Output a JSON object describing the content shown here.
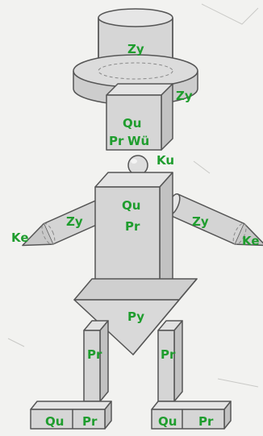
{
  "colors": {
    "label": "#1f9d2e",
    "fill": "#d8d8d8",
    "fill_dark": "#c4c4c4",
    "fill_light": "#e8e8e8",
    "edge": "#555555",
    "background": "#f2f2f0"
  },
  "labels": {
    "hat_top": "Zy",
    "hat_brim": "Zy",
    "head_qu": "Qu",
    "head_pr": "Pr",
    "head_wu": "Wü",
    "neck": "Ku",
    "body_qu": "Qu",
    "body_pr": "Pr",
    "arm_left": "Zy",
    "arm_right": "Zy",
    "hand_left": "Ke",
    "hand_right": "Ke",
    "belly": "Py",
    "leg_left": "Pr",
    "leg_right": "Pr",
    "foot_left_qu": "Qu",
    "foot_left_pr": "Pr",
    "foot_right_qu": "Qu",
    "foot_right_pr": "Pr"
  }
}
